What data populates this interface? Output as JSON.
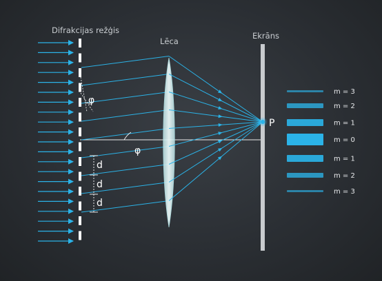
{
  "labels": {
    "grating": "Difrakcijas režģis",
    "lens": "Lēca",
    "screen": "Ekrāns",
    "point": "P",
    "angle_top": "φ",
    "angle_axis": "φ",
    "slit_spacing": [
      "d",
      "d",
      "d"
    ]
  },
  "orders": [
    {
      "label": "m = 3",
      "intensity": 0.35
    },
    {
      "label": "m = 2",
      "intensity": 0.6
    },
    {
      "label": "m = 1",
      "intensity": 0.85
    },
    {
      "label": "m = 0",
      "intensity": 1.0
    },
    {
      "label": "m = 1",
      "intensity": 0.85
    },
    {
      "label": "m = 2",
      "intensity": 0.6
    },
    {
      "label": "m = 3",
      "intensity": 0.35
    }
  ],
  "colors": {
    "ray": "#2bb3e8",
    "slit": "#ffffff",
    "screen": "#c8cbce",
    "lens": "#d8eef0",
    "axis": "#ffffff",
    "label": "#c9cdd1"
  }
}
